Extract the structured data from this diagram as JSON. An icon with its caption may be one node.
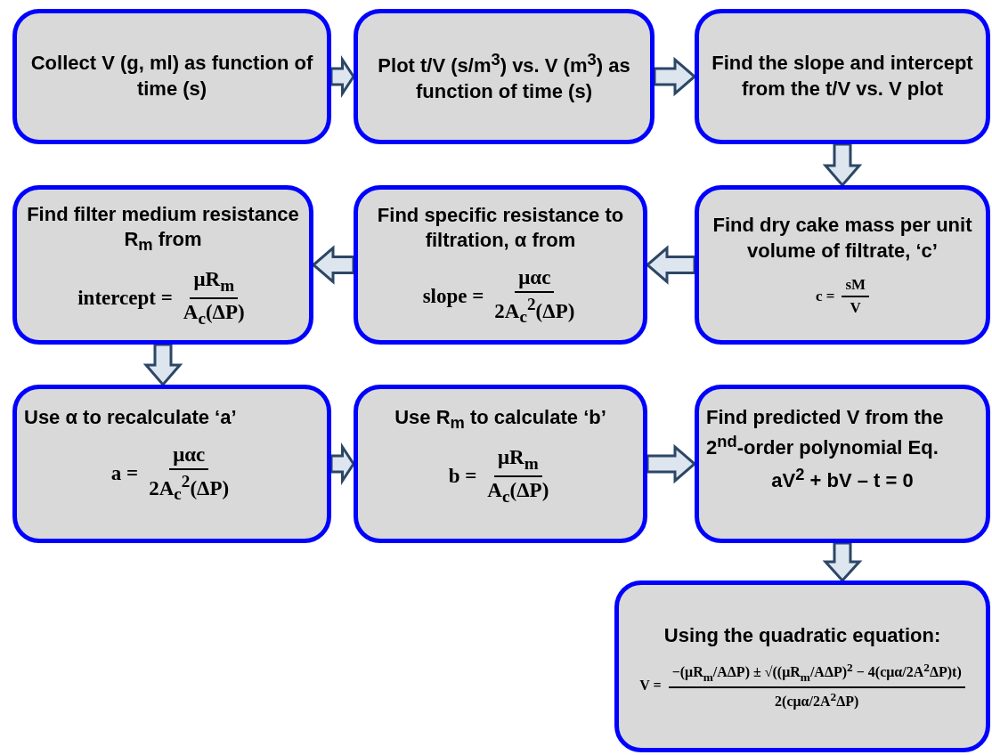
{
  "diagram": {
    "nodes": [
      {
        "text": [
          "Collect V (g, ml) as function of time (s)"
        ]
      },
      {
        "text": [
          "Plot t/V (s/m$^{3}$) vs. V (m$^{3}$) as function of time (s)"
        ]
      },
      {
        "text": [
          "Find the slope and intercept from the t/V vs. V plot"
        ]
      },
      {
        "text": [
          "Find dry cake mass per unit volume of filtrate, ‘c’",
          "c =",
          "sM",
          "V"
        ]
      },
      {
        "text": [
          "Find specific resistance to filtration, α from",
          "slope =",
          "μαc",
          "2A$_{c}$$^{2}$(ΔP)"
        ]
      },
      {
        "text": [
          "Find filter medium resistance R$_{m}$ from",
          "intercept =",
          "μR$_{m}$",
          "A$_{c}$(ΔP)"
        ]
      },
      {
        "text": [
          "Use α to recalculate ‘a’",
          "a =",
          "μαc",
          "2A$_{c}$$^{2}$(ΔP)"
        ]
      },
      {
        "text": [
          "Use R$_{m}$ to calculate ‘b’",
          "b =",
          "μR$_{m}$",
          "A$_{c}$(ΔP)"
        ]
      },
      {
        "text": [
          "Find predicted V from the 2$^{nd}$-order polynomial Eq.",
          "aV$^{2}$ + bV – t = 0"
        ]
      },
      {
        "text": [
          "Using the quadratic equation:",
          "V =",
          "−(μR$_{m}$/AΔP) ± √((μR$_{m}$/AΔP)$^{2}$ − 4(cμα/2A$^{2}$ΔP)t)",
          "2(cμα/2A$^{2}$ΔP)"
        ]
      }
    ],
    "edges": [
      {
        "from": 0,
        "to": 1,
        "arrow": "to"
      },
      {
        "from": 1,
        "to": 2,
        "arrow": "to"
      },
      {
        "from": 2,
        "to": 3,
        "arrow": "to"
      },
      {
        "from": 3,
        "to": 4,
        "arrow": "to"
      },
      {
        "from": 4,
        "to": 5,
        "arrow": "to"
      },
      {
        "from": 5,
        "to": 6,
        "arrow": "to"
      },
      {
        "from": 6,
        "to": 7,
        "arrow": "to"
      },
      {
        "from": 7,
        "to": 8,
        "arrow": "to"
      },
      {
        "from": 8,
        "to": 9,
        "arrow": "to"
      }
    ]
  }
}
